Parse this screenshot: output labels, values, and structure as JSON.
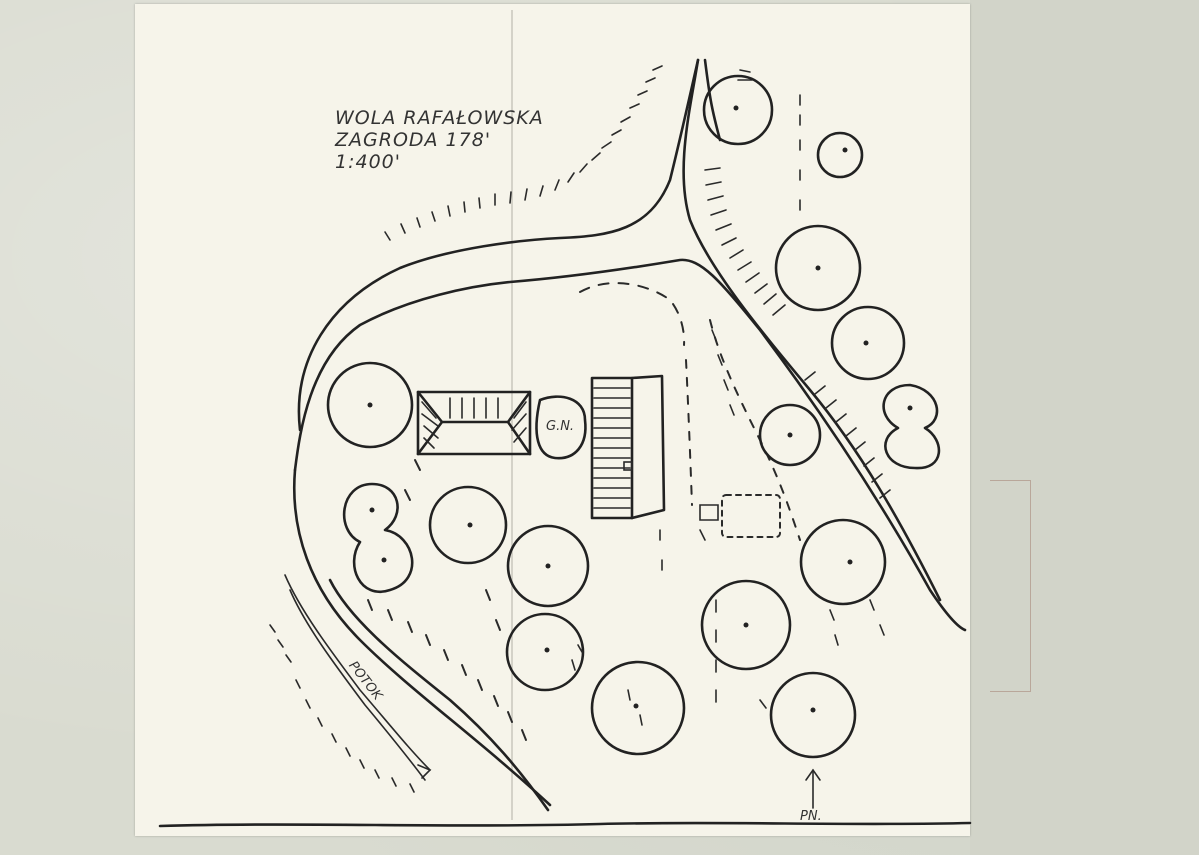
{
  "title": {
    "line1": "WOLA RAFAŁOWSKA",
    "line2": "ZAGRODA 178'",
    "line3": "1:400'"
  },
  "labels": {
    "gn": "G.N.",
    "stream": "POTOK",
    "north": "PN."
  },
  "colors": {
    "paper": "#f6f4ea",
    "ink": "#222222",
    "backing": "#d9dbd0"
  },
  "icons": [
    "north-arrow-icon",
    "tree-icon",
    "house-icon",
    "barn-icon",
    "well-icon"
  ]
}
